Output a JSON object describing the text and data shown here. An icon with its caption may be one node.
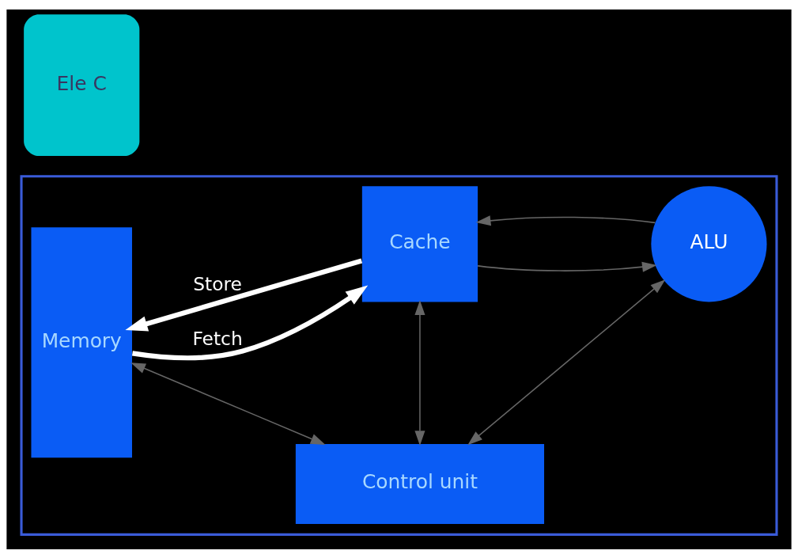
{
  "diagram": {
    "nodes": [
      {
        "text": [],
        "shape": "box"
      },
      {
        "text": [
          "Memory"
        ],
        "in": 0
      },
      {
        "text": [
          "Control unit"
        ],
        "in": 0
      },
      {
        "text": [
          "Cache"
        ],
        "in": 0
      },
      {
        "text": [
          "ALU"
        ],
        "in": 0
      },
      {
        "text": [
          "Ele C"
        ]
      }
    ],
    "edges": [
      {
        "from": 1,
        "to": 2,
        "arrow": "both"
      },
      {
        "from": 2,
        "to": 3,
        "arrow": "both"
      },
      {
        "from": 2,
        "to": 4,
        "arrow": "both"
      },
      {
        "from": 1,
        "to": 3,
        "arrow": "to",
        "label": "Fetch",
        "style": "thick",
        "color": "#ffffff"
      },
      {
        "from": 3,
        "to": 1,
        "arrow": "to",
        "label": "Store",
        "style": "thick",
        "color": "#ffffff"
      },
      {
        "from": 3,
        "to": 4,
        "arrow": "to"
      },
      {
        "from": 4,
        "to": 3,
        "arrow": "to"
      }
    ]
  }
}
